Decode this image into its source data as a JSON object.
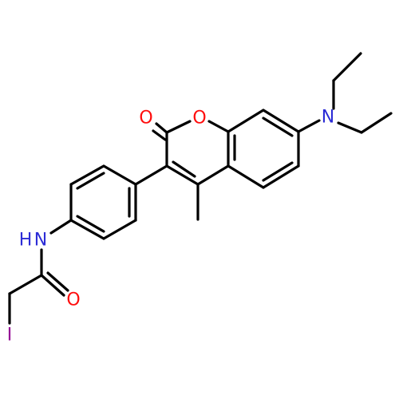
{
  "colors": {
    "bond": "#000000",
    "oxygen": "#ff0d0d",
    "nitrogen": "#2c2cd6",
    "iodine": "#940094",
    "background": "#ffffff"
  },
  "atoms": {
    "carbonyl_oxygen": "O",
    "ring_oxygen": "O",
    "diethylamino_nitrogen": "N",
    "amide_nitrogen": "N",
    "amide_hydrogen": "H",
    "amide_oxygen": "O",
    "iodine": "I"
  }
}
